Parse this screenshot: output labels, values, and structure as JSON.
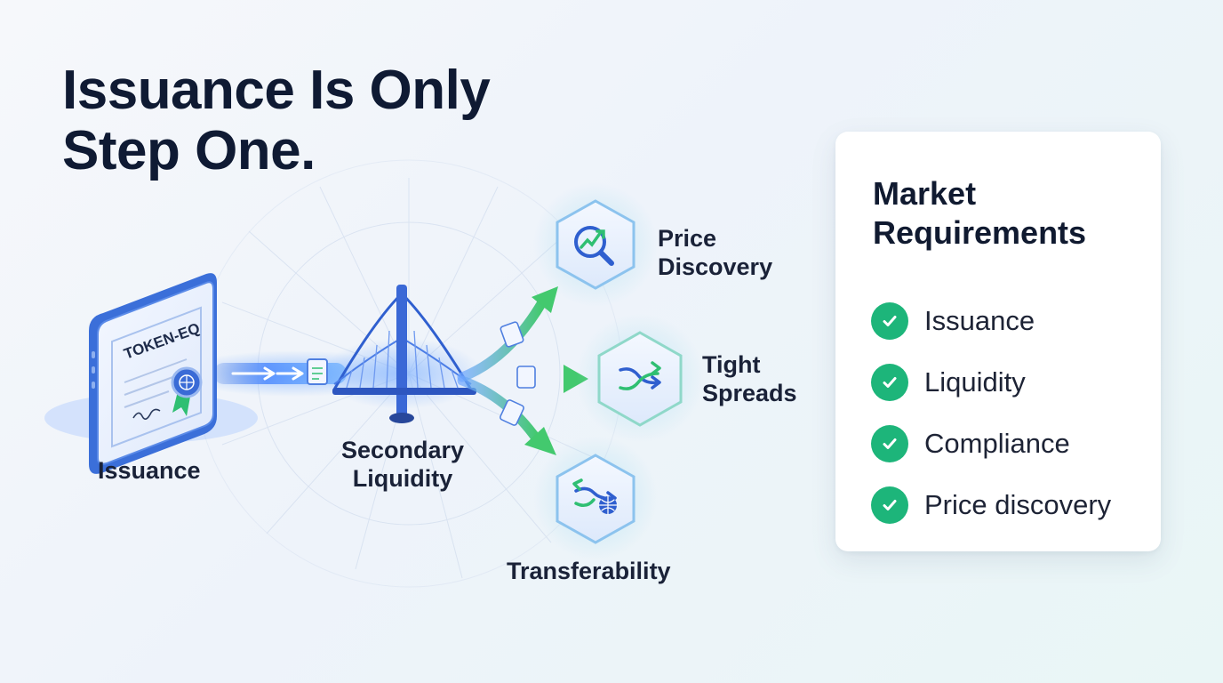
{
  "title": {
    "line1": "Issuance Is Only",
    "line2": "Step One."
  },
  "certificate": {
    "text": "TOKEN-EQ"
  },
  "flow": {
    "issuance_label": "Issuance",
    "bridge_label": {
      "line1": "Secondary",
      "line2": "Liquidity"
    },
    "outcomes": [
      {
        "line1": "Price",
        "line2": "Discovery",
        "icon": "magnifier-chart-icon"
      },
      {
        "line1": "Tight",
        "line2": "Spreads",
        "icon": "shuffle-arrows-icon"
      },
      {
        "line1": "Transferability",
        "line2": "",
        "icon": "transfer-globe-icon"
      }
    ]
  },
  "card": {
    "title_line1": "Market",
    "title_line2": "Requirements",
    "items": [
      "Issuance",
      "Liquidity",
      "Compliance",
      "Price discovery"
    ]
  },
  "colors": {
    "navy": "#0f1a33",
    "blue": "#3f74e0",
    "green": "#1db57a",
    "arrow_green": "#4ccf7a"
  }
}
